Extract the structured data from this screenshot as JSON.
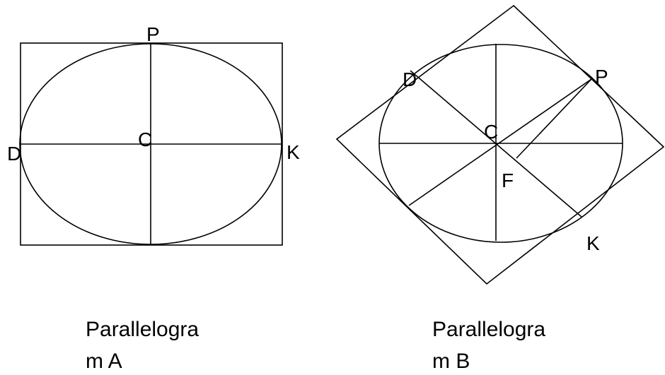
{
  "figure_a": {
    "labels": {
      "P": "P",
      "C": "C",
      "D": "D",
      "K": "K"
    },
    "caption": {
      "line1": "Parallelogra",
      "line2": "m A"
    }
  },
  "figure_b": {
    "labels": {
      "D": "D",
      "P": "P",
      "C": "C",
      "F": "F",
      "K": "K"
    },
    "caption": {
      "line1": "Parallelogra",
      "line2": "m B"
    }
  },
  "colors": {
    "stroke": "#000000",
    "background": "#ffffff"
  }
}
